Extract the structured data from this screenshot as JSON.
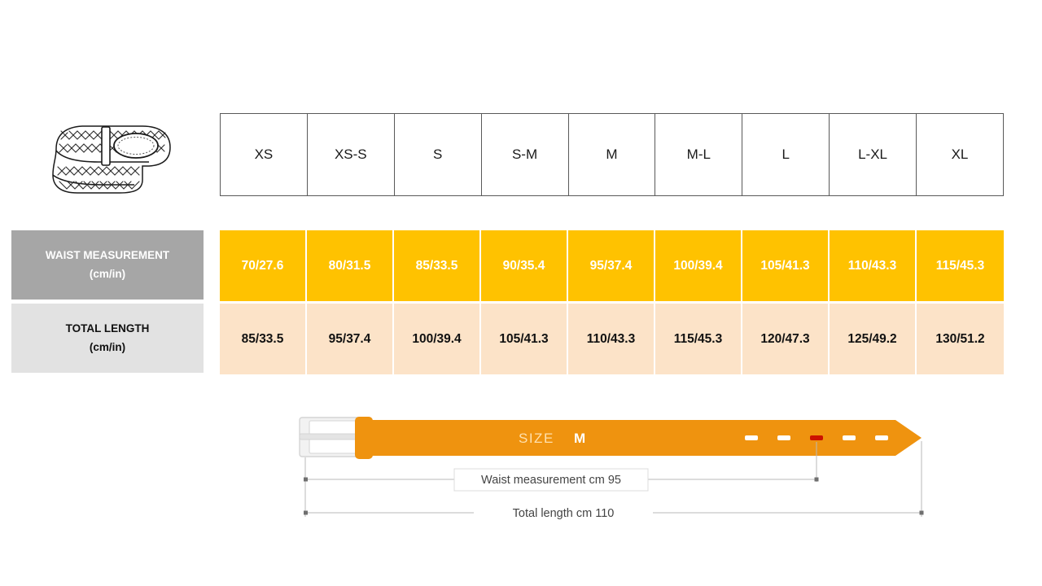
{
  "product_icon": {
    "name": "woven-belt-illustration",
    "alt": "Coiled braided woven belt line drawing"
  },
  "size_table": {
    "sizes": [
      "XS",
      "XS-S",
      "S",
      "S-M",
      "M",
      "M-L",
      "L",
      "L-XL",
      "XL"
    ],
    "rows": [
      {
        "id": "waist-measurement",
        "label_main": "WAIST MEASUREMENT",
        "label_sub": "(cm/in)",
        "values": [
          "70/27.6",
          "80/31.5",
          "85/33.5",
          "90/35.4",
          "95/37.4",
          "100/39.4",
          "105/41.3",
          "110/43.3",
          "115/45.3"
        ]
      },
      {
        "id": "total-length",
        "label_main": "TOTAL LENGTH",
        "label_sub": "(cm/in)",
        "values": [
          "85/33.5",
          "95/37.4",
          "100/39.4",
          "105/41.3",
          "110/43.3",
          "115/45.3",
          "120/47.3",
          "125/49.2",
          "130/51.2"
        ]
      }
    ]
  },
  "belt_diagram": {
    "size_label": "SIZE",
    "size_value": "M",
    "waist_dimension": "Waist measurement cm 95",
    "total_dimension": "Total length cm 110",
    "holes_count": 5,
    "active_hole_index": 2
  },
  "colors": {
    "amber": "#ffc200",
    "peach": "#fce3c8",
    "gray_label": "#a6a6a6",
    "light_gray_label": "#e2e2e2",
    "belt_orange": "#ef930f",
    "buckle_gray": "#e8e8e8",
    "active_hole_red": "#cc1100",
    "table_border": "#595959"
  }
}
